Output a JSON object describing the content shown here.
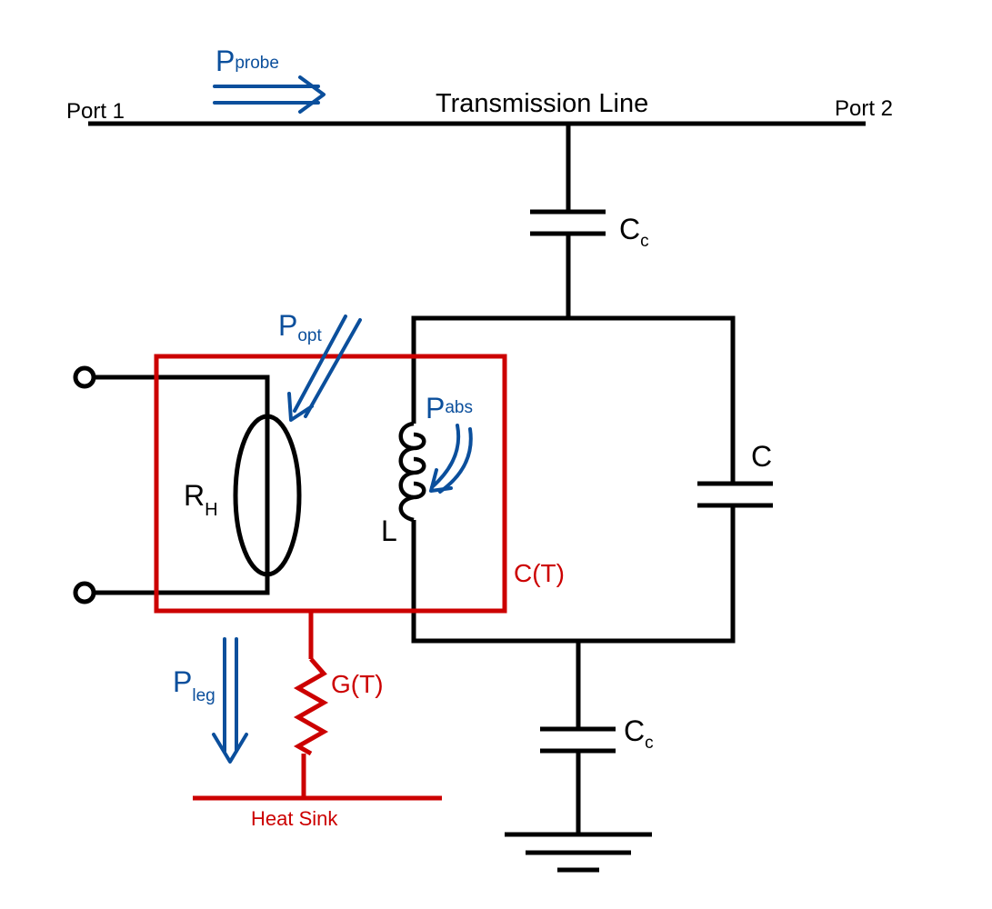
{
  "labels": {
    "port1": "Port 1",
    "port2": "Port 2",
    "transmission_line": "Transmission Line",
    "cc_top_main": "C",
    "cc_top_sub": "c",
    "cc_bottom_main": "C",
    "cc_bottom_sub": "c",
    "c": "C",
    "l": "L",
    "rh_main": "R",
    "rh_sub": "H",
    "ct": "C(T)",
    "gt": "G(T)",
    "heat_sink": "Heat Sink",
    "pprobe_main": "P",
    "pprobe_sub": "probe",
    "popt_main": "P",
    "popt_sub": "opt",
    "pabs_main": "P",
    "pabs_sub": "abs",
    "pleg_main": "P",
    "pleg_sub": "leg"
  },
  "colors": {
    "circuit": "#000000",
    "thermal": "#cc0000",
    "power_flow": "#0b4f9c"
  }
}
